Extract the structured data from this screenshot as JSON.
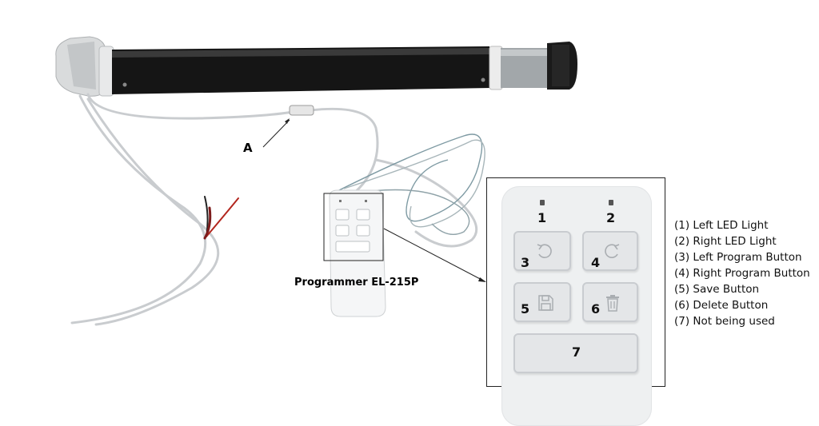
{
  "callout": {
    "letter": "A"
  },
  "programmer": {
    "title": "Programmer EL-215P"
  },
  "zoom": {
    "led_numbers": [
      "1",
      "2"
    ],
    "button_numbers": [
      "3",
      "4",
      "5",
      "6",
      "7"
    ]
  },
  "legend": {
    "items": [
      "(1) Left LED Light",
      "(2) Right LED Light",
      "(3) Left Program Button",
      "(4) Right Program Button",
      "(5) Save Button",
      "(6) Delete Button",
      "(7) Not being used"
    ]
  },
  "colors": {
    "tube": "#141414",
    "metal": "#9ea3a6",
    "cable": "#c9cccf",
    "remote_body": "#f4f5f6",
    "button_fill": "#e4e6e8"
  }
}
